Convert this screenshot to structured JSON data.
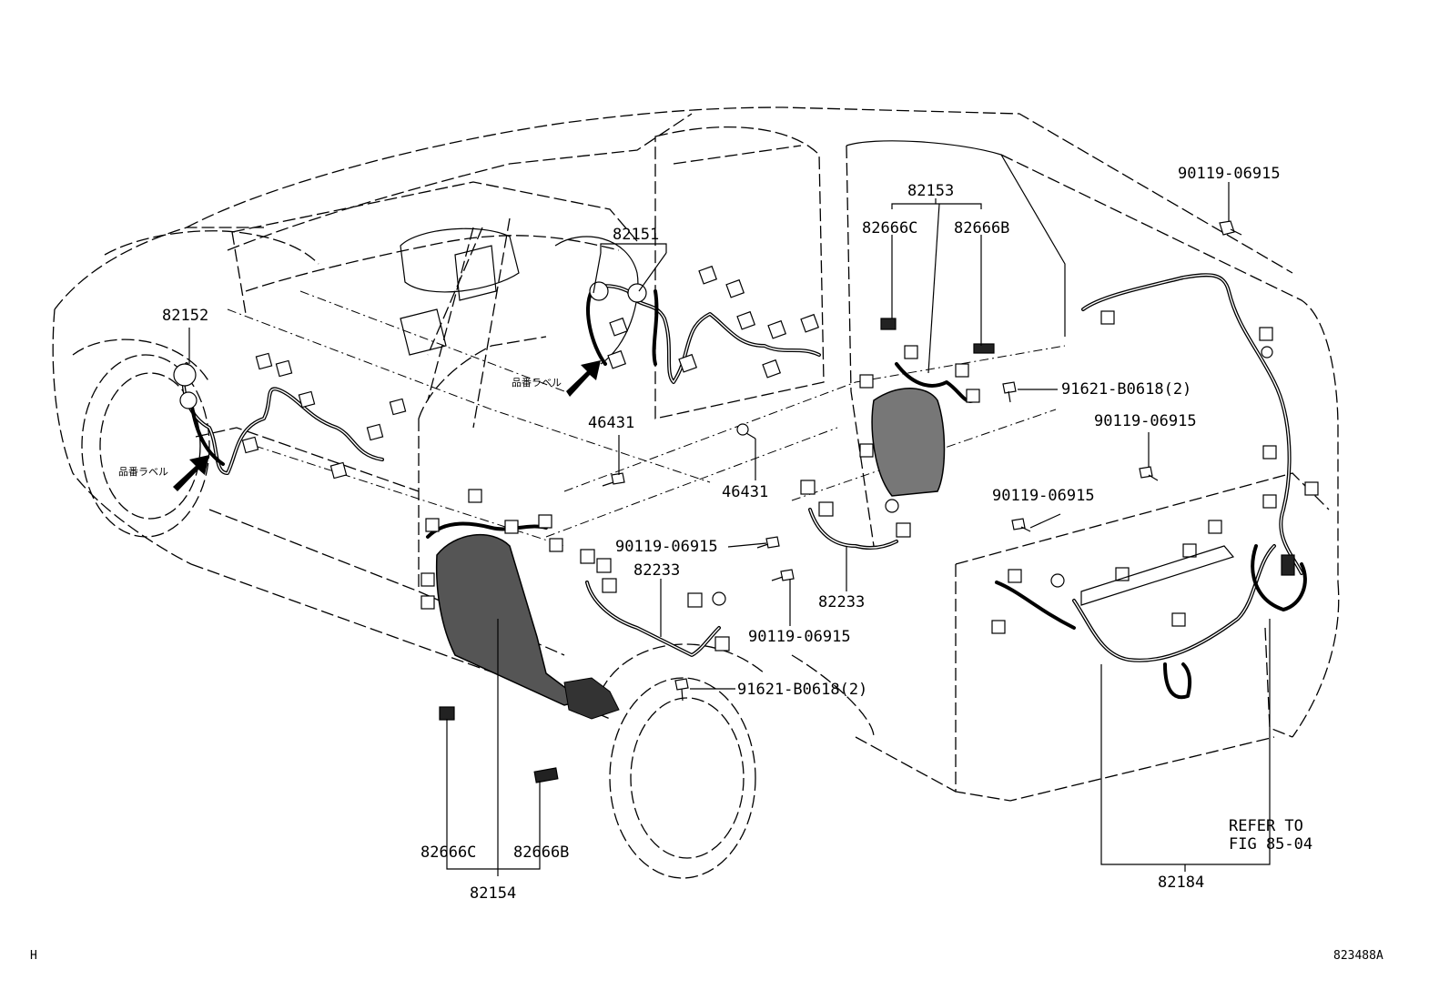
{
  "labels": {
    "p82151": "82151",
    "p82152": "82152",
    "p82153": "82153",
    "p82154": "82154",
    "p82184": "82184",
    "p82233_left": "82233",
    "p82233_right": "82233",
    "p46431_left": "46431",
    "p46431_right": "46431",
    "p82666c_top": "82666C",
    "p82666b_top": "82666B",
    "p82666c_bottom": "82666C",
    "p82666b_bottom": "82666B",
    "bolt_90119_top_right": "90119-06915",
    "bolt_90119_mid_right": "90119-06915",
    "bolt_90119_center_right": "90119-06915",
    "bolt_90119_center_left": "90119-06915",
    "bolt_90119_lower_center": "90119-06915",
    "bolt_91621_upper": "91621-B0618(2)",
    "bolt_91621_lower": "91621-B0618(2)",
    "refer_line1": "REFER TO",
    "refer_line2": "FIG 85-04",
    "part_label_left": "品番ラベル",
    "part_label_center": "品番ラベル",
    "corner_left": "H",
    "corner_right": "823488A"
  }
}
